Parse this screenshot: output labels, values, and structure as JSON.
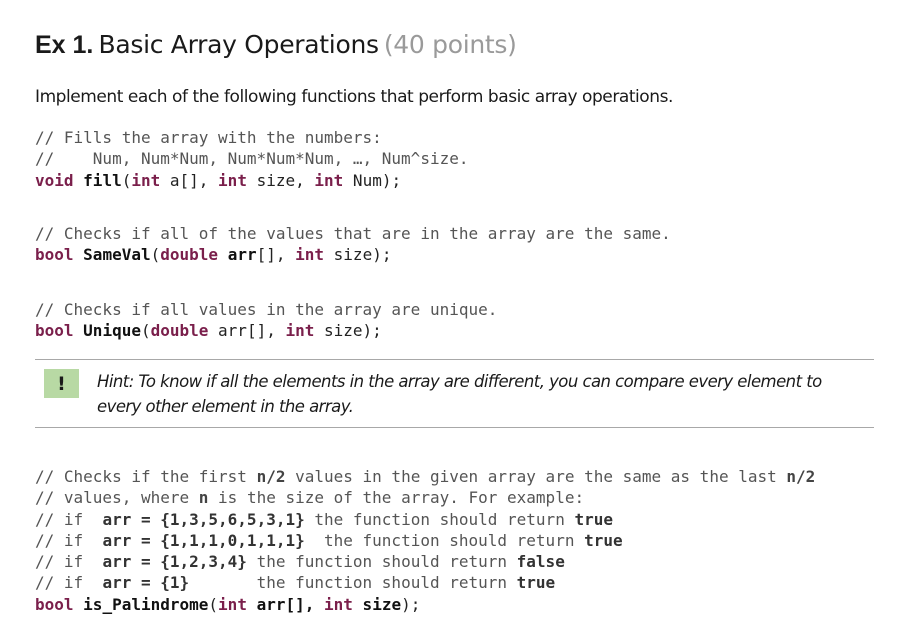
{
  "heading": {
    "number": "Ex 1.",
    "title": "Basic Array Operations",
    "points": "(40 points)"
  },
  "intro": "Implement each of the following functions that perform basic array operations.",
  "fill": {
    "comment1": "// Fills the array with the numbers:",
    "comment2": "//    Num, Num*Num, Num*Num*Num, …, Num^size.",
    "ret": "void",
    "name": "fill",
    "t1": "int",
    "p1": " a[], ",
    "t2": "int",
    "p2": " size, ",
    "t3": "int",
    "p3": " Num);"
  },
  "sameval": {
    "comment": "// Checks if all of the values that are in the array are the same.",
    "ret": "bool",
    "name": "SameVal",
    "t1": "double",
    "p1": "arr",
    "p1b": "[], ",
    "t2": "int",
    "p2": " size);"
  },
  "unique": {
    "comment": "// Checks if all values in the array are unique.",
    "ret": "bool",
    "name": "Unique",
    "t1": "double",
    "p1": " arr[], ",
    "t2": "int",
    "p2": " size);"
  },
  "hint": {
    "badge": "!",
    "text": "Hint: To know if all the elements in the array are different, you can compare every element to every other element in the array."
  },
  "palindrome": {
    "l1a": "// Checks if the first ",
    "l1b": "n/2",
    "l1c": " values in the given array are the same as the last ",
    "l1d": "n/2",
    "l2a": "// values, where ",
    "l2b": "n",
    "l2c": " is the size of the array. For example:",
    "ex1a": "// if  ",
    "ex1b": "arr = {1,3,5,6,5,3,1}",
    "ex1c": " the function should return ",
    "ex1d": "true",
    "ex2a": "// if  ",
    "ex2b": "arr = {1,1,1,0,1,1,1}",
    "ex2c": "  the function should return ",
    "ex2d": "true",
    "ex3a": "// if  ",
    "ex3b": "arr = {1,2,3,4}",
    "ex3c": " the function should return ",
    "ex3d": "false",
    "ex4a": "// if  ",
    "ex4b": "arr = {1}",
    "ex4c": "       the function should return ",
    "ex4d": "true",
    "ret": "bool",
    "name": "is_Palindrome",
    "pa": "(",
    "t1": "int",
    "p1": " arr[], ",
    "t2": "int",
    "p2": " size",
    "pb": ");"
  }
}
